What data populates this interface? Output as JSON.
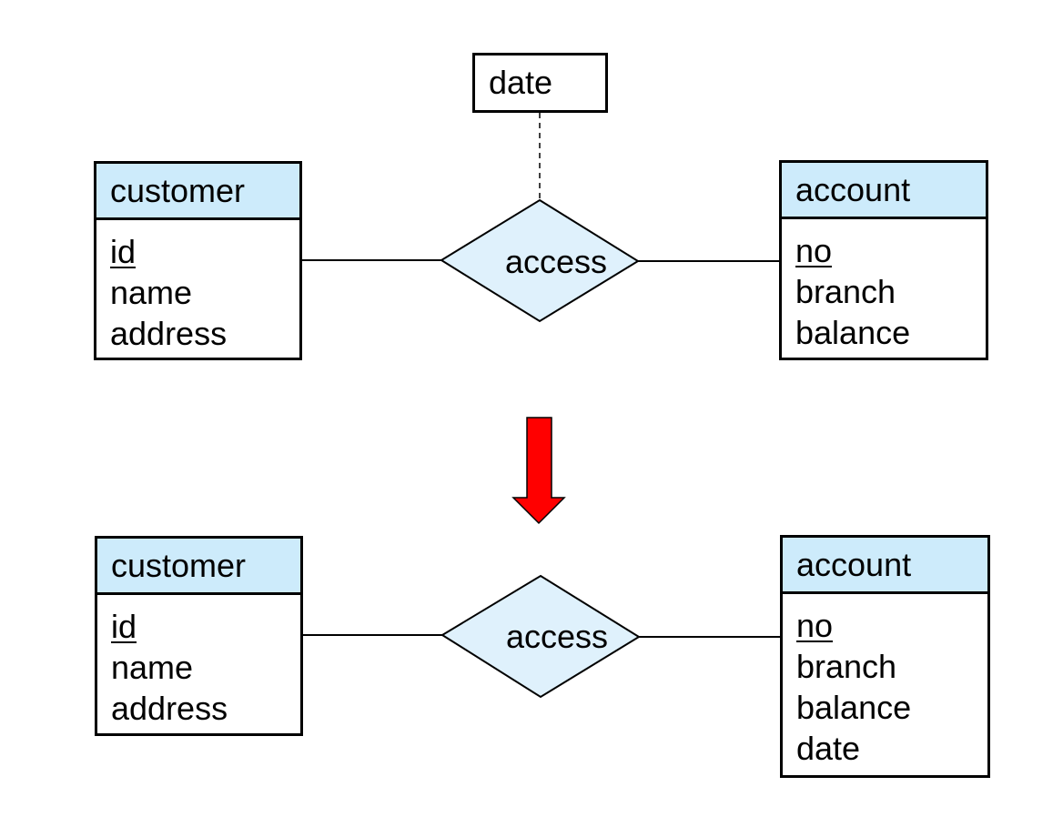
{
  "top_diagram": {
    "relationship_attribute": "date",
    "left_entity": {
      "name": "customer",
      "attributes": [
        {
          "label": "id",
          "key": true
        },
        {
          "label": "name",
          "key": false
        },
        {
          "label": "address",
          "key": false
        }
      ]
    },
    "relationship": "access",
    "right_entity": {
      "name": "account",
      "attributes": [
        {
          "label": "no",
          "key": true
        },
        {
          "label": "branch",
          "key": false
        },
        {
          "label": "balance",
          "key": false
        }
      ]
    }
  },
  "bottom_diagram": {
    "left_entity": {
      "name": "customer",
      "attributes": [
        {
          "label": "id",
          "key": true
        },
        {
          "label": "name",
          "key": false
        },
        {
          "label": "address",
          "key": false
        }
      ]
    },
    "relationship": "access",
    "right_entity": {
      "name": "account",
      "attributes": [
        {
          "label": "no",
          "key": true
        },
        {
          "label": "branch",
          "key": false
        },
        {
          "label": "balance",
          "key": false
        },
        {
          "label": "date",
          "key": false
        }
      ]
    }
  },
  "colors": {
    "entity_header": "#cdebfb",
    "relationship_fill": "#dff1fc",
    "arrow": "#ff0000"
  }
}
